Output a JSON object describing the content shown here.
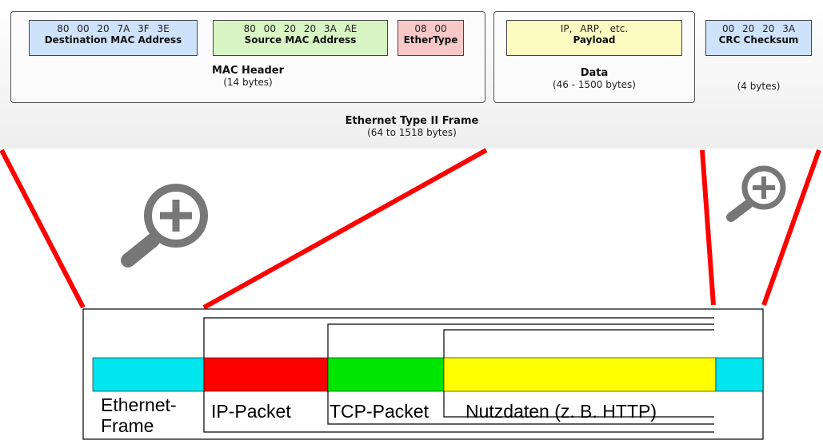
{
  "frame": {
    "mac_header": {
      "destination": {
        "hex": "80 00 20 7A 3F 3E",
        "label": "Destination MAC Address",
        "color": "#cfe2fb"
      },
      "source": {
        "hex": "80 00 20 20 3A AE",
        "label": "Source MAC Address",
        "color": "#d8f5c4"
      },
      "ethertype": {
        "hex": "08 00",
        "label": "EtherType",
        "color": "#f8c8c8"
      },
      "title": "MAC Header",
      "size": "(14 bytes)"
    },
    "data": {
      "payload": {
        "hex": "IP, ARP, etc.",
        "label": "Payload",
        "color": "#fbfbc2"
      },
      "title": "Data",
      "size": "(46 - 1500 bytes)"
    },
    "crc": {
      "hex": "00 20 20 3A",
      "label": "CRC Checksum",
      "color": "#cfe2fb",
      "size": "(4 bytes)"
    },
    "title": "Ethernet Type II Frame",
    "size": "(64 to 1518 bytes)"
  },
  "zoom_icons": [
    "zoom-in-icon",
    "zoom-in-icon"
  ],
  "colors": {
    "zoom_line": "#ff0000",
    "icon": "#777777"
  },
  "bar": {
    "colors": {
      "ethernet": "#00e5ee",
      "ip": "#ff0000",
      "tcp": "#00e600",
      "payload": "#ffff00"
    },
    "labels": {
      "ethernet": "Ethernet-\nFrame",
      "ip": "IP-Packet",
      "tcp": "TCP-Packet",
      "payload": "Nutzdaten (z. B. HTTP)"
    }
  }
}
